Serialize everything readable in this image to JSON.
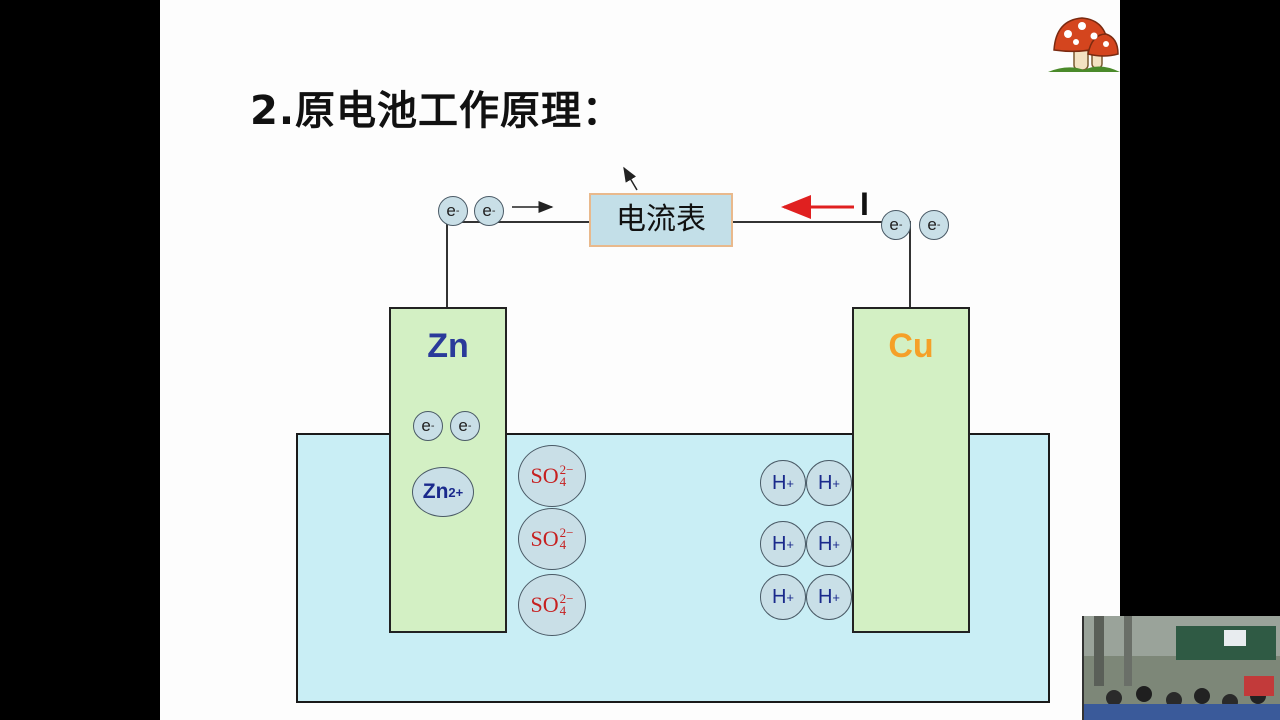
{
  "slide": {
    "title": "2.原电池工作原理：",
    "ammeter_label": "电流表",
    "current_label": "I",
    "anode": {
      "label": "Zn",
      "color": "#2a3a9a"
    },
    "cathode": {
      "label": "Cu",
      "color": "#f5a028"
    },
    "electron": "e",
    "electron_charge": "-",
    "zinc_ion": {
      "base": "Zn",
      "charge": "2+"
    },
    "hydrogen_ion": {
      "base": "H",
      "charge": "+"
    },
    "sulfate_ion": {
      "base": "SO",
      "sub": "4",
      "charge": "2−"
    },
    "colors": {
      "solution": "#c9eef5",
      "electrode": "#d3f0c4",
      "arrow_current": "#e02020"
    }
  }
}
